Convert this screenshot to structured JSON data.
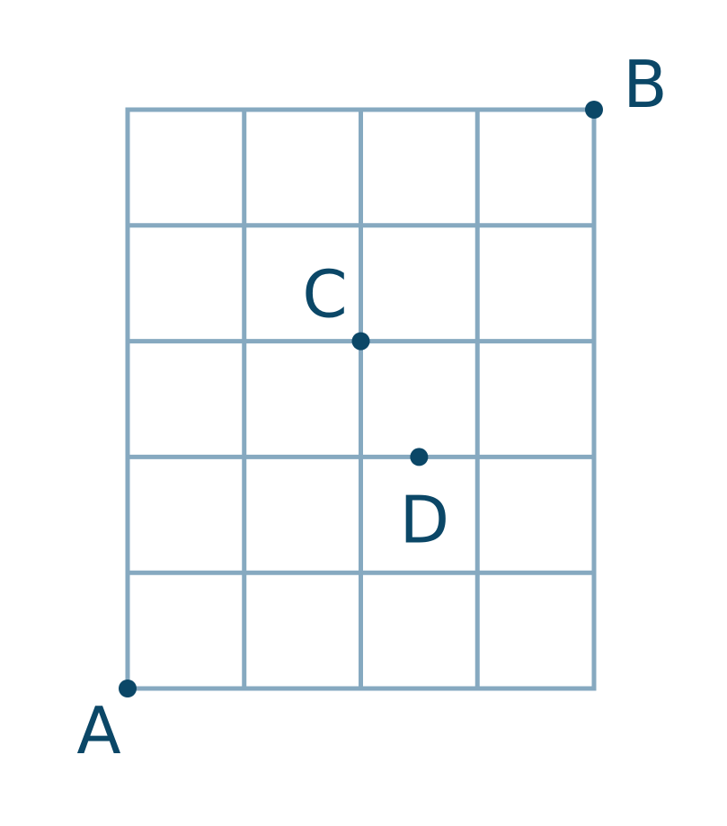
{
  "diagram": {
    "grid": {
      "columns": 4,
      "rows": 5,
      "line_color": "#86a9c0"
    },
    "point_color": "#0b4767",
    "points": [
      {
        "id": "A",
        "label": "A",
        "col": 0,
        "row": 0
      },
      {
        "id": "B",
        "label": "B",
        "col": 4,
        "row": 5
      },
      {
        "id": "C",
        "label": "C",
        "col": 2,
        "row": 3
      },
      {
        "id": "D",
        "label": "D",
        "col": 2.5,
        "row": 2
      }
    ]
  }
}
